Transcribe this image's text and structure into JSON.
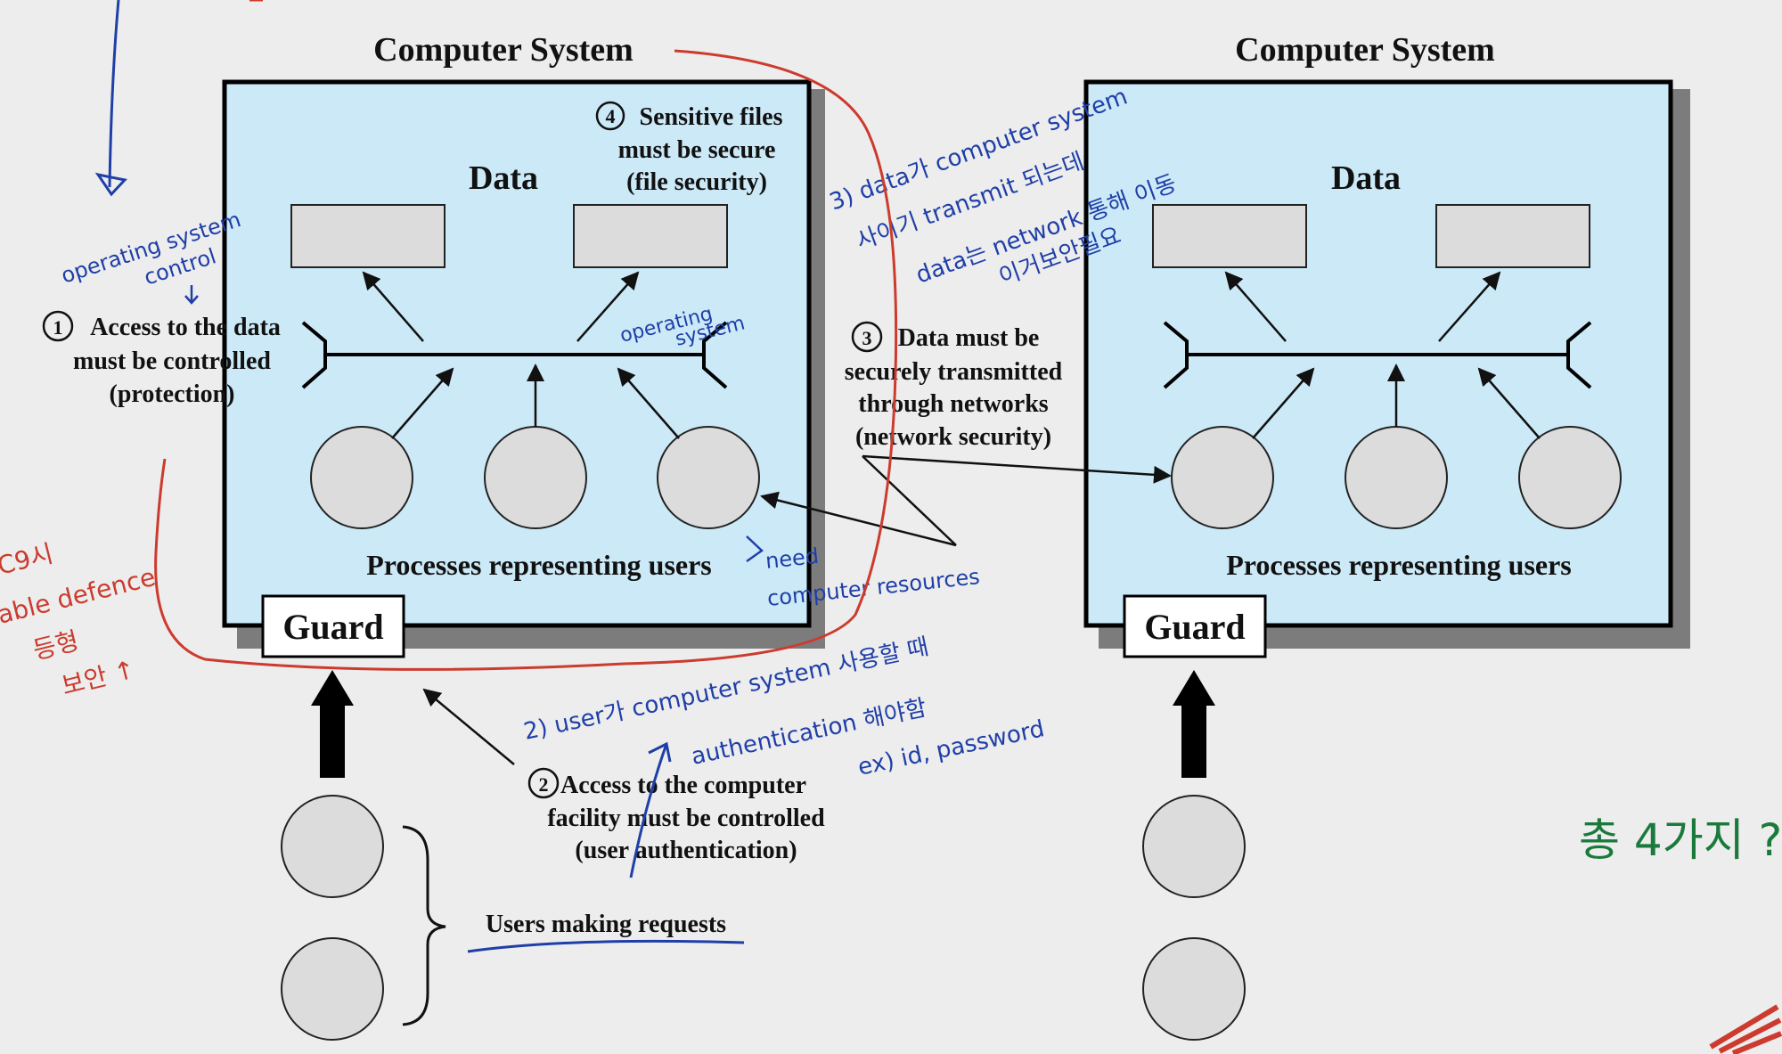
{
  "diagram": {
    "left_system": {
      "title": "Computer System",
      "data_label": "Data",
      "processes_label": "Processes representing users",
      "guard_label": "Guard"
    },
    "right_system": {
      "title": "Computer System",
      "data_label": "Data",
      "processes_label": "Processes representing users",
      "guard_label": "Guard"
    },
    "callouts": {
      "c1": {
        "num": "1",
        "lines": [
          "Access to the data",
          "must be controlled",
          "(protection)"
        ]
      },
      "c2": {
        "num": "2",
        "lines": [
          "Access to the computer",
          "facility must be controlled",
          "(user authentication)"
        ]
      },
      "c3": {
        "num": "3",
        "lines": [
          "Data must be",
          "securely transmitted",
          "through networks",
          "(network security)"
        ]
      },
      "c4": {
        "num": "4",
        "lines": [
          "Sensitive files",
          "must be secure",
          "(file security)"
        ]
      }
    },
    "users_label": "Users making requests"
  },
  "annotations": {
    "blue_os_control": [
      "operating system",
      "control"
    ],
    "blue_os_inner": [
      "operating",
      "system"
    ],
    "blue_need": [
      "need",
      "computer resources"
    ],
    "blue_3": [
      "3) data가 computer system",
      "사이기 transmit 되는데",
      "data는 network 통해 이동",
      "이거보안필요"
    ],
    "blue_2": [
      "2) user가 computer system 사용할 때",
      "authentication 해야함",
      "ex) id, password"
    ],
    "red_left": [
      "C9시",
      "able defence",
      "등형",
      "보안 ↑"
    ],
    "green_right": "총 4가지 ?",
    "colors": {
      "blue": "#1f3fa8",
      "red": "#cc3b2e",
      "green": "#1a7a3c"
    }
  }
}
